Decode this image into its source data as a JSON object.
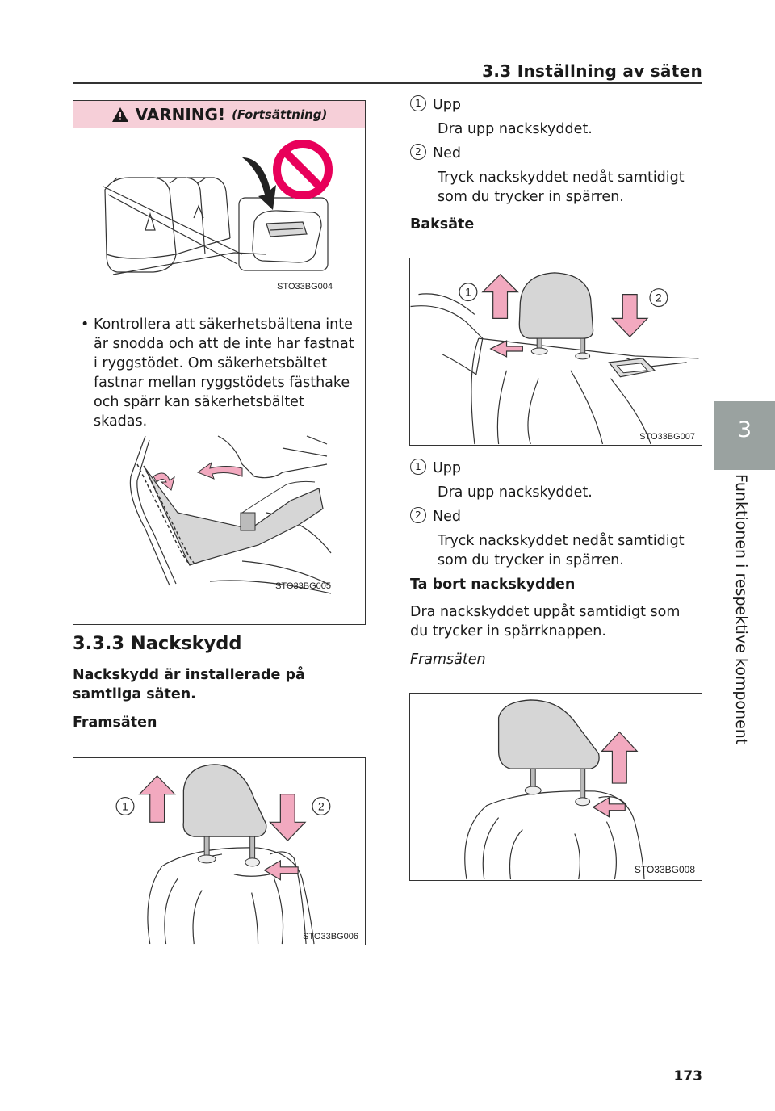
{
  "header": {
    "section_title": "3.3  Inställning av säten"
  },
  "side_tab": {
    "number": "3",
    "text": "Funktionen i respektive komponent"
  },
  "warning": {
    "title": "VARNING!",
    "continued": "(Fortsättning)",
    "figure1_code": "STO33BG004",
    "bullet_marker": "•",
    "bullet": "Kontrollera att säkerhetsbältena inte är snodda och att de inte har fastnat i ryggstödet. Om säkerhetsbältet fastnar mellan ryggstödets fästhake och spärr kan säkerhetsbältet skadas.",
    "figure2_code": "STO33BG005"
  },
  "section": {
    "heading": "3.3.3  Nackskydd",
    "intro": "Nackskydd är installerade på samtliga säten.",
    "front_label": "Framsäten",
    "fig_front_code": "STO33BG006",
    "fig_front_markers": [
      "1",
      "2"
    ]
  },
  "right": {
    "items_top": [
      {
        "num": "1",
        "label": "Upp",
        "desc": "Dra upp nackskyddet."
      },
      {
        "num": "2",
        "label": "Ned",
        "desc": "Tryck nackskyddet nedåt samtidigt som du trycker in spärren."
      }
    ],
    "rear_label": "Baksäte",
    "fig_rear_code": "STO33BG007",
    "fig_rear_markers": [
      "1",
      "2"
    ],
    "items_bottom": [
      {
        "num": "1",
        "label": "Upp",
        "desc": "Dra upp nackskyddet."
      },
      {
        "num": "2",
        "label": "Ned",
        "desc": "Tryck nackskyddet nedåt samtidigt som du trycker in spärren."
      }
    ],
    "remove_heading": "Ta bort nackskydden",
    "remove_text": "Dra nackskyddet uppåt samtidigt som du trycker in spärrknappen.",
    "remove_front_label": "Framsäten",
    "fig_remove_code": "STO33BG008"
  },
  "footer": {
    "page_number": "173"
  },
  "colors": {
    "warning_band": "#f6cfd8",
    "side_tab": "#9aa2a0",
    "arrow_fill": "#f2a9bf",
    "prohibit_red": "#e8005a"
  }
}
